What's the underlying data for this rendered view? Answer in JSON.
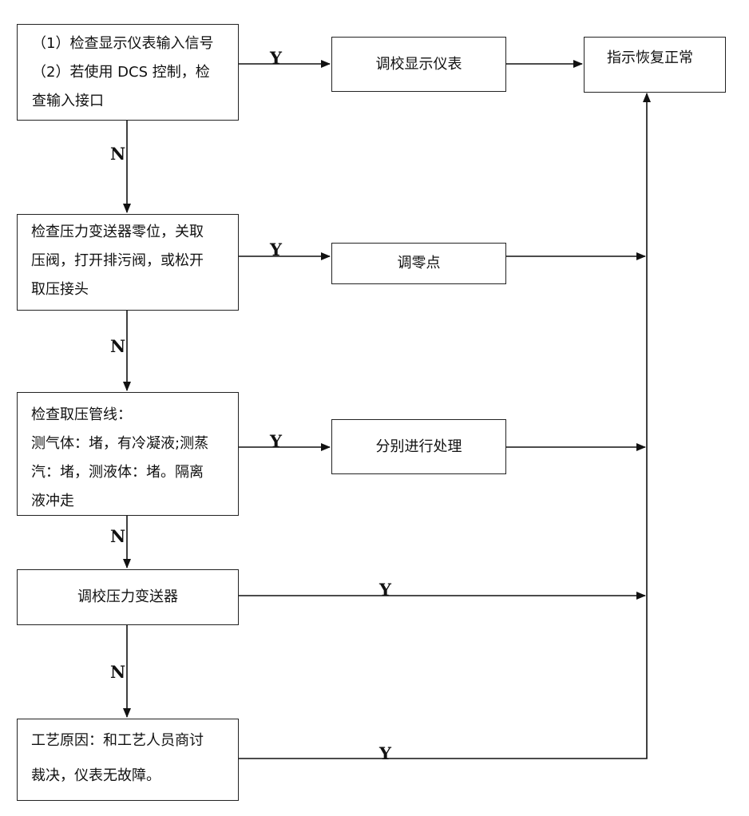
{
  "nodes": {
    "check_input": {
      "lines": [
        "（1）检查显示仪表输入信号",
        "（2）若使用 DCS 控制，检",
        "查输入接口"
      ]
    },
    "calibrate_display": {
      "lines": [
        "调校显示仪表"
      ]
    },
    "indicator_normal": {
      "lines": [
        "指示恢复正常"
      ]
    },
    "check_zero": {
      "lines": [
        "检查压力变送器零位，关取",
        "压阀，打开排污阀，或松开",
        "取压接头"
      ]
    },
    "adjust_zero": {
      "lines": [
        "调零点"
      ]
    },
    "check_pipeline": {
      "lines": [
        "检查取压管线：",
        "测气体：堵，有冷凝液;测蒸",
        "汽：堵，测液体：堵。隔离",
        "液冲走"
      ]
    },
    "handle_each": {
      "lines": [
        "分别进行处理"
      ]
    },
    "calibrate_transmitter": {
      "lines": [
        "调校压力变送器"
      ]
    },
    "process_cause": {
      "lines": [
        "工艺原因：和工艺人员商讨",
        "裁决，仪表无故障。"
      ]
    }
  },
  "edge_labels": {
    "yes": "Y",
    "no": "N"
  }
}
